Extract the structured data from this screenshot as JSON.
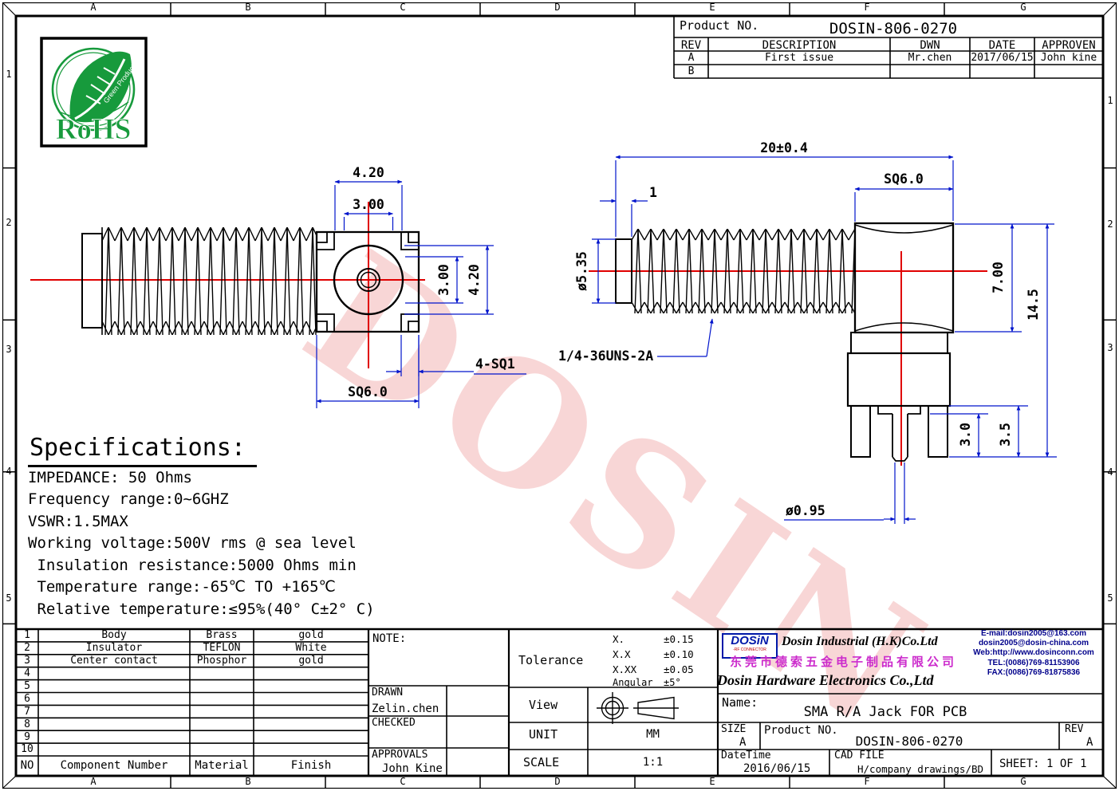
{
  "watermark": "DOSIN",
  "border": {
    "columns": [
      "A",
      "B",
      "C",
      "D",
      "E",
      "F",
      "G"
    ],
    "rows": [
      "1",
      "2",
      "3",
      "4",
      "5"
    ]
  },
  "rohs": {
    "label": "RoHS",
    "arc_text": "Green Product"
  },
  "revision_block": {
    "product_label": "Product NO.",
    "product_no": "DOSIN-806-0270",
    "headers": [
      "REV",
      "DESCRIPTION",
      "DWN",
      "DATE",
      "APPROVEN"
    ],
    "rows": [
      {
        "rev": "A",
        "description": "First issue",
        "dwn": "Mr.chen",
        "date": "2017/06/15",
        "approven": "John kine"
      },
      {
        "rev": "B",
        "description": "",
        "dwn": "",
        "date": "",
        "approven": ""
      }
    ]
  },
  "front_view": {
    "dim_top_outer": "4.20",
    "dim_top_inner": "3.00",
    "dim_right_inner": "3.00",
    "dim_right_outer": "4.20",
    "dim_corner": "4-SQ1",
    "dim_bottom": "SQ6.0"
  },
  "side_view": {
    "dim_length": "20±0.4",
    "dim_offset": "1",
    "dim_body": "SQ6.0",
    "dim_diameter": "ø5.35",
    "thread_spec": "1/4-36UNS-2A",
    "dim_height_body": "7.00",
    "dim_height_total": "14.5",
    "dim_leg": "3.0",
    "dim_leg2": "3.5",
    "dim_pin": "ø0.95"
  },
  "specifications": {
    "title": "Specifications:",
    "lines": [
      "IMPEDANCE: 50 Ohms",
      "Frequency range:0~6GHZ",
      "VSWR:1.5MAX",
      "Working voltage:500V rms @ sea level",
      " Insulation resistance:5000 Ohms min",
      " Temperature range:-65℃ TO +165℃",
      " Relative temperature:≤95%(40° C±2° C)"
    ]
  },
  "parts_table": {
    "headers": {
      "no": "NO",
      "component": "Component Number",
      "material": "Material",
      "finish": "Finish"
    },
    "rows": [
      {
        "no": "1",
        "component": "Body",
        "material": "Brass",
        "finish": "gold"
      },
      {
        "no": "2",
        "component": "Insulator",
        "material": "TEFLON",
        "finish": "White"
      },
      {
        "no": "3",
        "component": "Center contact",
        "material": "Phosphor",
        "finish": "gold"
      },
      {
        "no": "4",
        "component": "",
        "material": "",
        "finish": ""
      },
      {
        "no": "5",
        "component": "",
        "material": "",
        "finish": ""
      },
      {
        "no": "6",
        "component": "",
        "material": "",
        "finish": ""
      },
      {
        "no": "7",
        "component": "",
        "material": "",
        "finish": ""
      },
      {
        "no": "8",
        "component": "",
        "material": "",
        "finish": ""
      },
      {
        "no": "9",
        "component": "",
        "material": "",
        "finish": ""
      },
      {
        "no": "10",
        "component": "",
        "material": "",
        "finish": ""
      }
    ]
  },
  "note_block": {
    "note_label": "NOTE:",
    "drawn_label": "DRAWN",
    "drawn_by": "Zelin.chen",
    "checked_label": "CHECKED",
    "approvals_label": "APPROVALS",
    "approved_by": "John Kine"
  },
  "tolerance_block": {
    "label": "Tolerance",
    "rows": [
      {
        "k": "X.",
        "v": "±0.15"
      },
      {
        "k": "X.X",
        "v": "±0.10"
      },
      {
        "k": "X.XX",
        "v": "±0.05"
      },
      {
        "k": "Angular",
        "v": "±5°"
      }
    ],
    "view_label": "View",
    "unit_label": "UNIT",
    "unit_value": "MM",
    "scale_label": "SCALE",
    "scale_value": "1:1"
  },
  "company": {
    "logo_text": "DOSiN",
    "logo_sub": "-RF CONNECTOR",
    "name_en1": "Dosin Industrial (H.K)Co.Ltd",
    "name_cn": "东莞市德索五金电子制品有限公司",
    "name_en2": "Dosin Hardware Electronics Co.,Ltd",
    "email1": "E-mail:dosin2005@163.com",
    "email2": "dosin2005@dosin-china.com",
    "web": "Web:http://www.dosinconn.com",
    "tel": "TEL:(0086)769-81153906",
    "fax": "FAX:(0086)769-81875836"
  },
  "title_block": {
    "name_label": "Name:",
    "name_value": "SMA R/A Jack FOR PCB",
    "size_label": "SIZE",
    "size_value": "A",
    "product_label": "Product NO.",
    "product_no": "DOSIN-806-0270",
    "rev_label": "REV",
    "rev_value": "A",
    "datetime_label": "DateTime",
    "datetime_value": "2016/06/15",
    "cad_label": "CAD FILE",
    "cad_value": "H/company drawings/BD",
    "sheet": "SHEET: 1 OF 1"
  }
}
